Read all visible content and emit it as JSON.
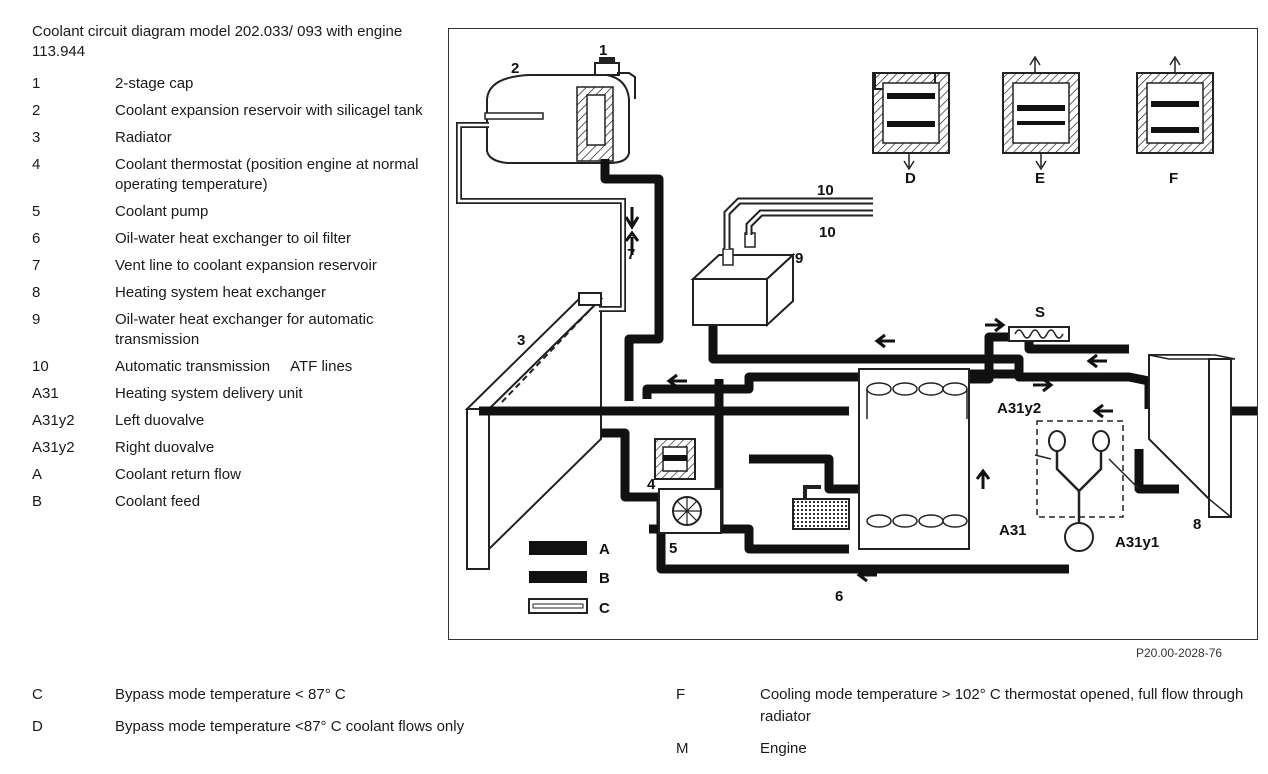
{
  "title": "Coolant circuit diagram model 202.033/ 093 with engine 113.944",
  "legend": [
    {
      "code": "1",
      "desc": "2-stage cap"
    },
    {
      "code": "2",
      "desc": "Coolant expansion reservoir with silicagel tank"
    },
    {
      "code": "3",
      "desc": "Radiator"
    },
    {
      "code": "4",
      "desc": "Coolant thermostat (position engine at normal operating temperature)"
    },
    {
      "code": "5",
      "desc": "Coolant pump"
    },
    {
      "code": "6",
      "desc": "Oil-water heat exchanger to oil filter"
    },
    {
      "code": "7",
      "desc": "Vent line to coolant expansion reservoir"
    },
    {
      "code": "8",
      "desc": "Heating system heat exchanger"
    },
    {
      "code": "9",
      "desc": "Oil-water heat exchanger for automatic transmission"
    },
    {
      "code": "10",
      "desc": "Automatic transmission     ATF lines"
    },
    {
      "code": "A31",
      "desc": "Heating system delivery unit"
    },
    {
      "code": "A31y2",
      "desc": "Left duovalve"
    },
    {
      "code": "A31y2",
      "desc": "Right duovalve"
    },
    {
      "code": "A",
      "desc": "Coolant return flow"
    },
    {
      "code": "B",
      "desc": "Coolant feed"
    }
  ],
  "diagram": {
    "labels": {
      "n1": "1",
      "n2": "2",
      "n3": "3",
      "n4": "4",
      "n5": "5",
      "n6": "6",
      "n7": "7",
      "n8": "8",
      "n9": "9",
      "n10a": "10",
      "n10b": "10",
      "s": "S",
      "a31": "A31",
      "a31y2": "A31y2",
      "a31y1": "A31y1",
      "d": "D",
      "e": "E",
      "f": "F",
      "keyA": "A",
      "keyB": "B",
      "keyC": "C"
    }
  },
  "reference": "P20.00-2028-76",
  "bottom_left": [
    {
      "code": "C",
      "desc": "Bypass mode temperature < 87° C"
    },
    {
      "code": "D",
      "desc": "Bypass mode temperature <87° C coolant flows only"
    }
  ],
  "bottom_right": [
    {
      "code": "F",
      "desc": "Cooling mode temperature > 102° C thermostat opened, full flow through radiator"
    },
    {
      "code": "M",
      "desc": "Engine"
    }
  ]
}
